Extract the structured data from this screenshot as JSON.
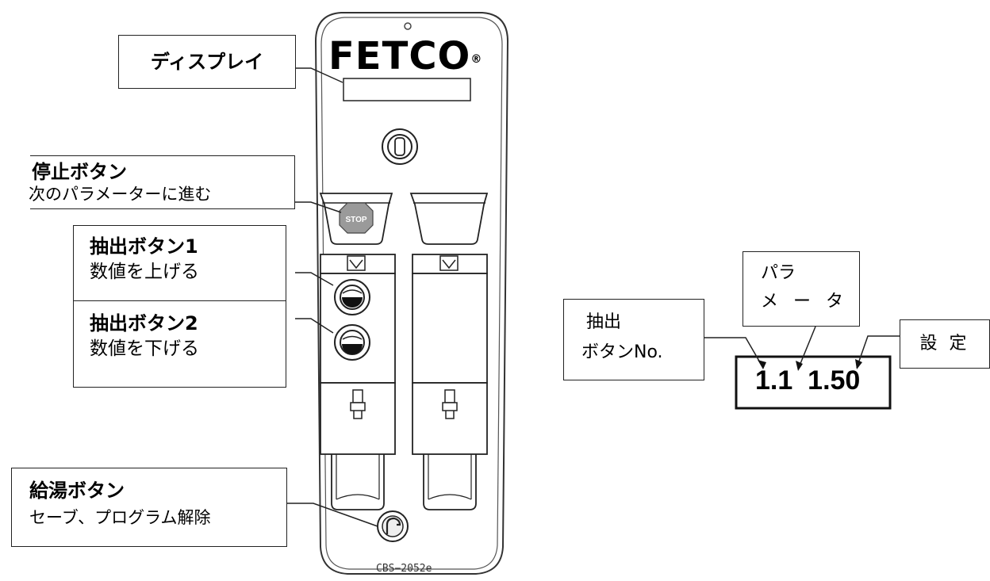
{
  "device": {
    "brand": "FETCO",
    "registered": "®",
    "model": "CBS−2052e",
    "stop_badge": "STOP"
  },
  "callouts": {
    "display": {
      "title": "ディスプレイ"
    },
    "stop_button": {
      "title": "停止ボタン",
      "desc": "次のパラメーターに進む"
    },
    "brew_button_1": {
      "title": "抽出ボタン1",
      "desc": "数値を上げる"
    },
    "brew_button_2": {
      "title": "抽出ボタン2",
      "desc": "数値を下げる"
    },
    "hot_water_button": {
      "title": "給湯ボタン",
      "desc": "セーブ、プログラム解除"
    }
  },
  "display_detail": {
    "brew_button_no": {
      "line1": "抽出",
      "line2": "ボタンNo."
    },
    "parameter": {
      "line1": "パラ",
      "line2": "メ ー タ"
    },
    "setting": {
      "label": "設 定"
    },
    "readout": "1.1  1.50"
  }
}
